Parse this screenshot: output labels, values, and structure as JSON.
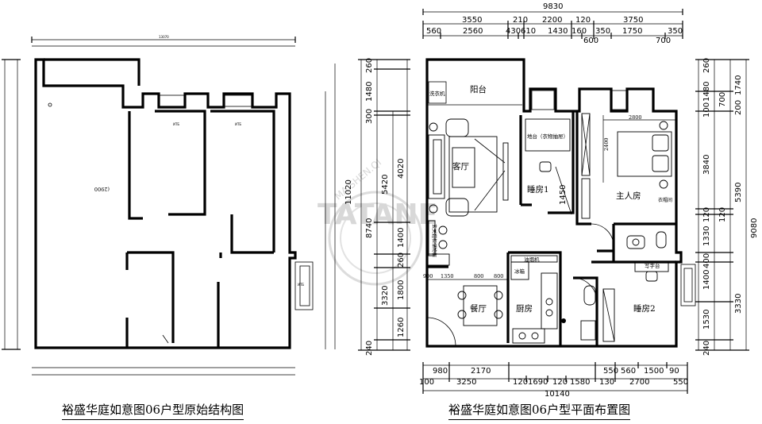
{
  "captions": {
    "left": "裕盛华庭如意图06户型原始结构图",
    "right": "裕盛华庭如意图06户型平面布置图"
  },
  "watermark": {
    "brand": "TATANE",
    "arc": "MA.SHEN.QI"
  },
  "left_plan": {
    "top_total": "13070",
    "marker": "(2900"
  },
  "right_plan": {
    "top_total": "9830",
    "top_row1": [
      "3550",
      "210",
      "2200",
      "120",
      "3750"
    ],
    "top_row2": [
      "560",
      "2560",
      "430",
      "610",
      "1430",
      "160",
      "350",
      "1750",
      "350"
    ],
    "top_row3": [
      "600",
      "700"
    ],
    "bottom_total": "10140",
    "bottom_row1": [
      "980",
      "2170",
      "550",
      "560",
      "1500",
      "90"
    ],
    "bottom_row2": [
      "100",
      "3250",
      "120",
      "1690",
      "120",
      "1580",
      "130",
      "2700",
      "550"
    ],
    "left_total": "11020",
    "left_outer": [
      "260",
      "1480",
      "300",
      "4020",
      "1400",
      "260",
      "1800",
      "1260",
      "240"
    ],
    "left_mid": [
      "5420",
      "8740",
      "3320"
    ],
    "right_total": "9080",
    "right_outer": [
      "260",
      "1480",
      "100",
      "3840",
      "120",
      "1330",
      "400",
      "1400",
      "1530",
      "240"
    ],
    "right_inner": [
      "1740",
      "200",
      "700",
      "5390",
      "120",
      "3330"
    ],
    "inner_dims": [
      "2800",
      "2400",
      "1450",
      "1350",
      "800",
      "800",
      "900"
    ],
    "rooms": {
      "balcony": "阳台",
      "living": "客厅",
      "study1": "睡房1",
      "master": "主人房",
      "kitchen": "厨房",
      "dining": "餐厅",
      "study2": "睡房2"
    },
    "labels": {
      "washer": "洗衣机",
      "desk1": "地台（衣物抽屉）",
      "shoe": "玄关鞋柜储物柜",
      "fridge": "冰箱",
      "desk2": "写字台",
      "wardrobe": "衣柜",
      "side_master": "衣帽间",
      "kitchen_top": "油烟机"
    }
  }
}
